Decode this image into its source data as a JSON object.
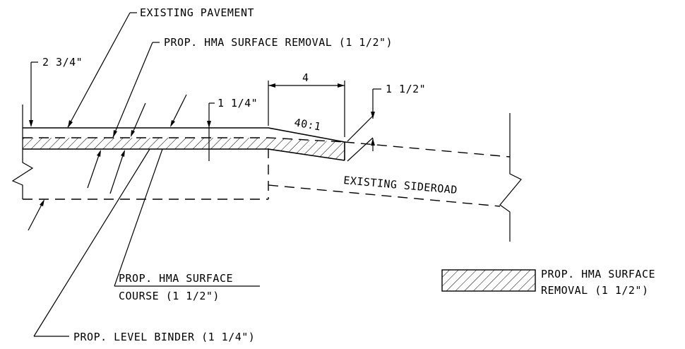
{
  "labels": {
    "existing_pavement": "EXISTING PAVEMENT",
    "prop_hma_surface_removal": "PROP. HMA SURFACE REMOVAL (1 1/2\")",
    "dim_2_3_4": "2 3/4\"",
    "dim_1_1_4": "1 1/4\"",
    "dim_4": "4",
    "taper_40_1": "40:1",
    "dim_1_1_2": "1 1/2\"",
    "existing_sideroad": "EXISTING SIDEROAD",
    "surface_course_line1": "PROP. HMA SURFACE",
    "surface_course_line2": "COURSE (1 1/2\")",
    "level_binder": "PROP. LEVEL BINDER (1 1/4\")",
    "legend_line1": "PROP. HMA SURFACE",
    "legend_line2": "REMOVAL (1 1/2\")"
  }
}
